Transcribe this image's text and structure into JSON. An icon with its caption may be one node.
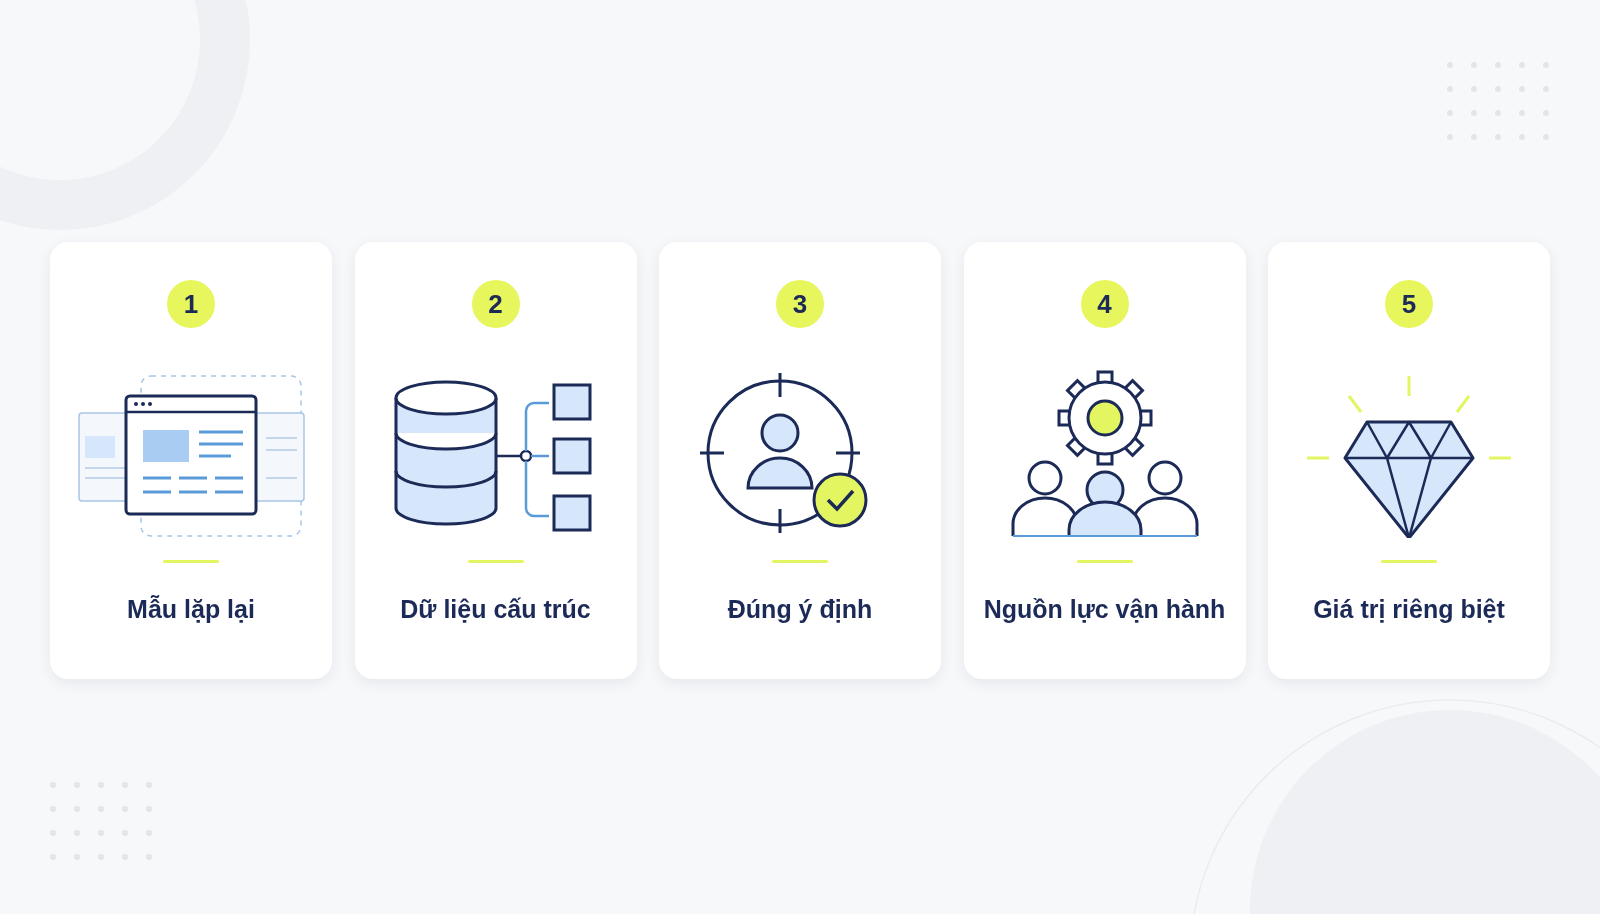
{
  "diagram": {
    "nodes": [
      {
        "text": [
          "1",
          "Mẫu lặp lại"
        ]
      },
      {
        "text": [
          "2",
          "Dữ liệu cấu trúc"
        ]
      },
      {
        "text": [
          "3",
          "Đúng ý định"
        ]
      },
      {
        "text": [
          "4",
          "Nguồn lực vận hành"
        ]
      },
      {
        "text": [
          "5",
          "Giá trị riêng biệt"
        ]
      }
    ]
  }
}
